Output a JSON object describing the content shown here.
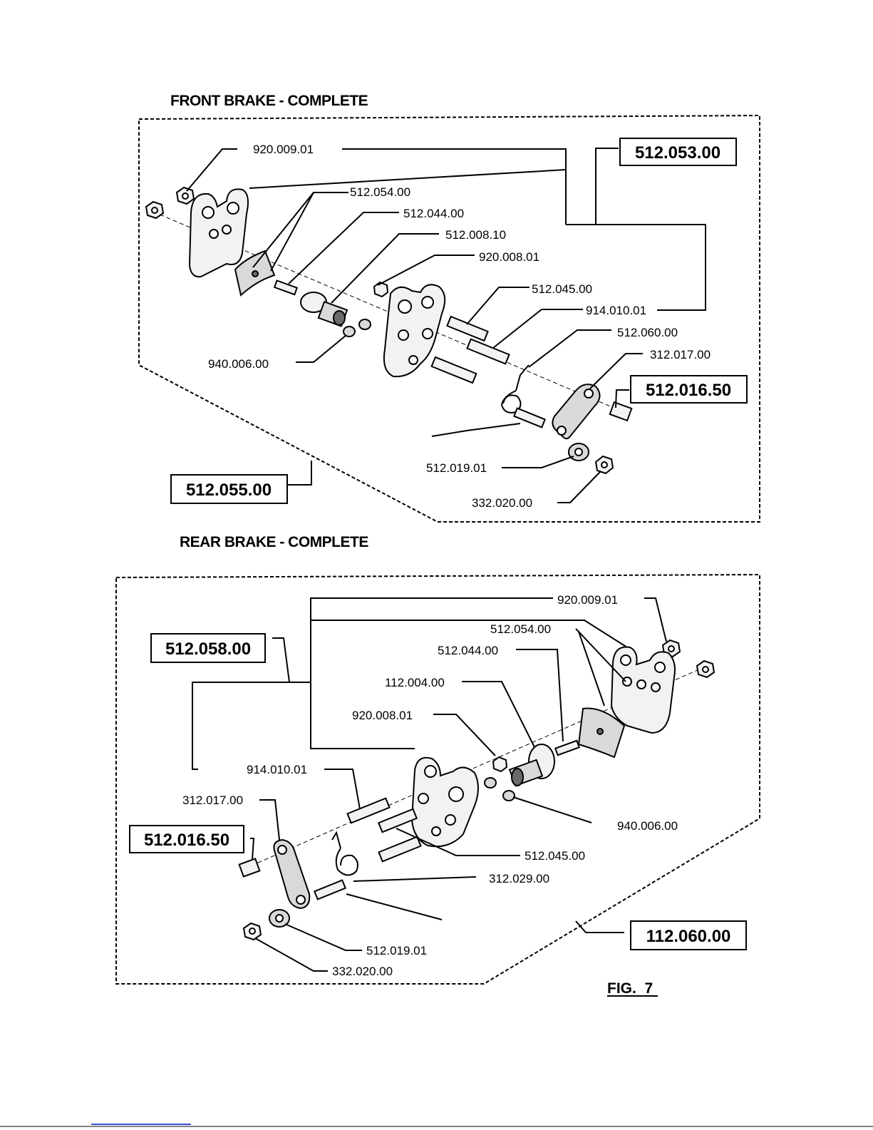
{
  "front": {
    "title": "FRONT BRAKE - COMPLETE",
    "labels": {
      "l920_009_01": "920.009.01",
      "l512_054_00": "512.054.00",
      "l512_044_00": "512.044.00",
      "l512_008_10": "512.008.10",
      "l920_008_01": "920.008.01",
      "l512_045_00": "512.045.00",
      "l914_010_01": "914.010.01",
      "l512_060_00": "512.060.00",
      "l312_017_00": "312.017.00",
      "l940_006_00": "940.006.00",
      "l512_019_01": "512.019.01",
      "l332_020_00": "332.020.00"
    },
    "boxes": {
      "b512_053_00": "512.053.00",
      "b512_016_50": "512.016.50",
      "b512_055_00": "512.055.00"
    }
  },
  "rear": {
    "title": "REAR BRAKE - COMPLETE",
    "labels": {
      "l920_009_01": "920.009.01",
      "l512_054_00": "512.054.00",
      "l512_044_00": "512.044.00",
      "l112_004_00": "112.004.00",
      "l920_008_01": "920.008.01",
      "l914_010_01": "914.010.01",
      "l312_017_00": "312.017.00",
      "l940_006_00": "940.006.00",
      "l512_045_00": "512.045.00",
      "l312_029_00": "312.029.00",
      "l512_019_01": "512.019.01",
      "l332_020_00": "332.020.00"
    },
    "boxes": {
      "b512_058_00": "512.058.00",
      "b512_016_50": "512.016.50",
      "b112_060_00": "112.060.00"
    }
  },
  "figure_label": "FIG.  7"
}
